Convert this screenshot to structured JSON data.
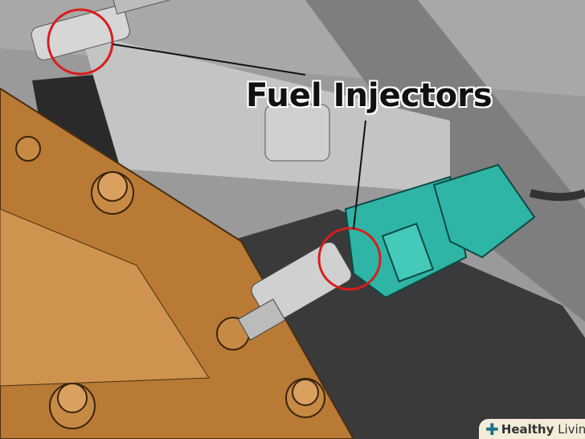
{
  "illustration": {
    "label": "Fuel Injectors",
    "colors": {
      "manifold": "#b87a35",
      "connector": "#2fb5a6",
      "highlight_circle": "#d81d1d",
      "background": "#8a8a8a"
    }
  },
  "watermark": {
    "brand_bold": "Healthy",
    "brand_regular": "Living"
  }
}
